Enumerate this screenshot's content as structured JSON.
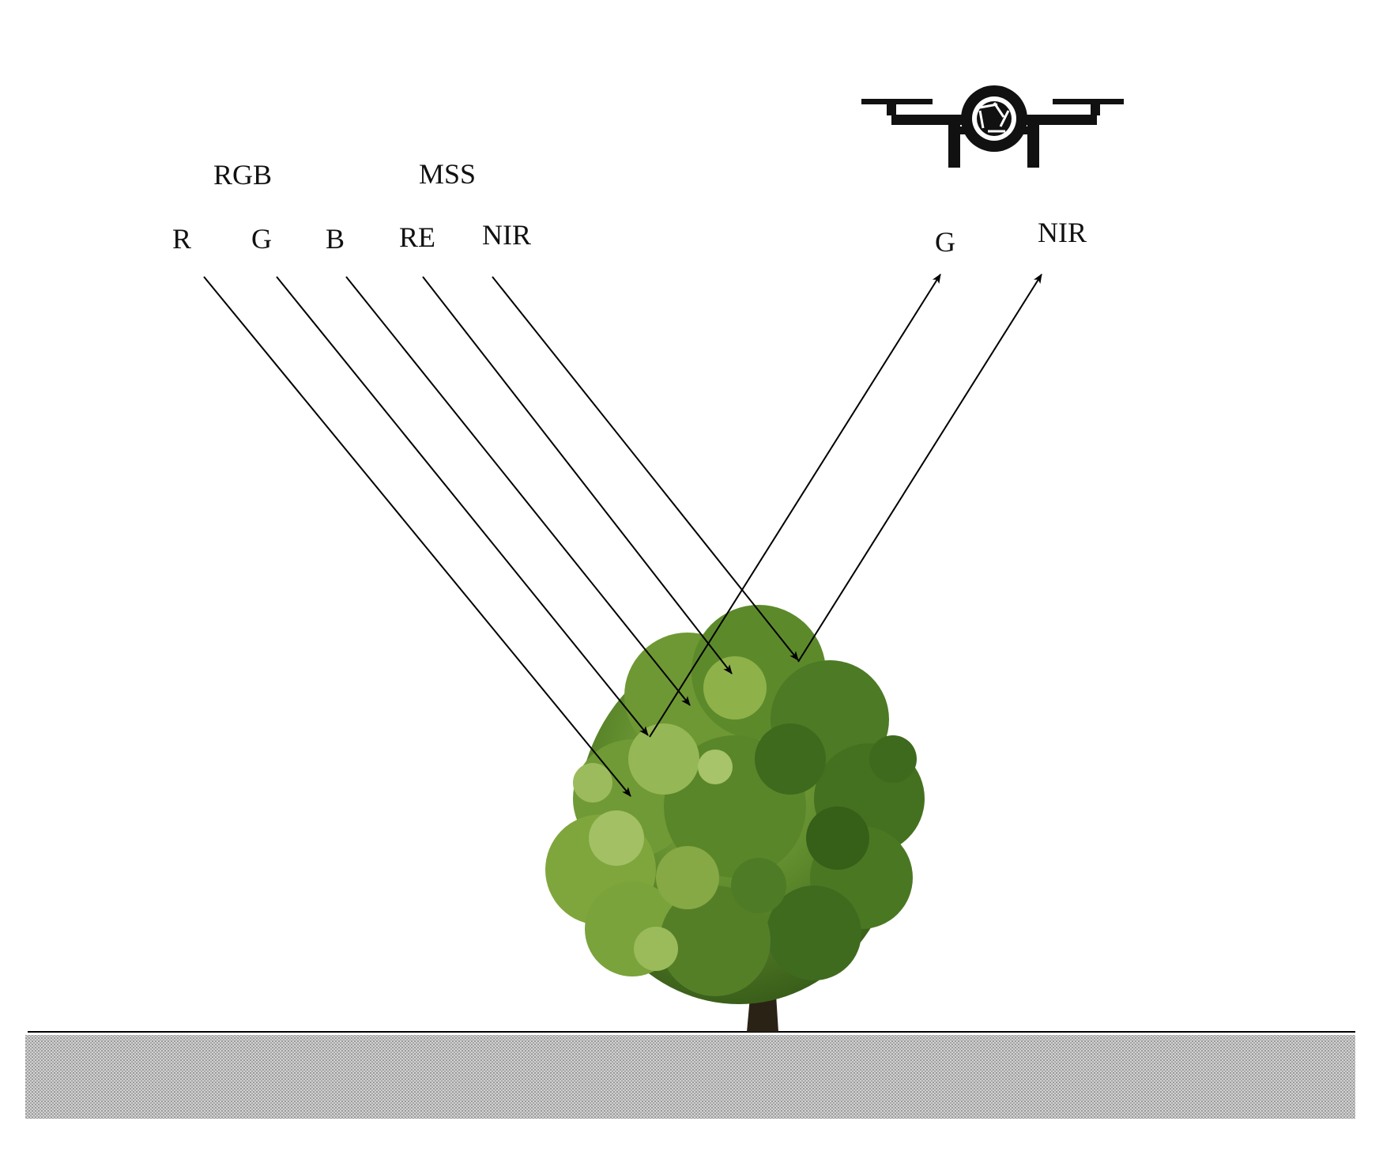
{
  "incoming": {
    "group_rgb": "RGB",
    "group_mss": "MSS",
    "bands": [
      "R",
      "G",
      "B",
      "RE",
      "NIR"
    ]
  },
  "reflected": {
    "bands": [
      "G",
      "NIR"
    ]
  },
  "icons": {
    "sensor": "drone-camera-icon",
    "target": "tree-icon",
    "surface": "ground-strip"
  },
  "colors": {
    "ray": "#000000",
    "foliage_dark": "#3f6b1f",
    "foliage_light": "#8fb14a",
    "trunk": "#2b2216",
    "ground": "#b5b5b5"
  }
}
